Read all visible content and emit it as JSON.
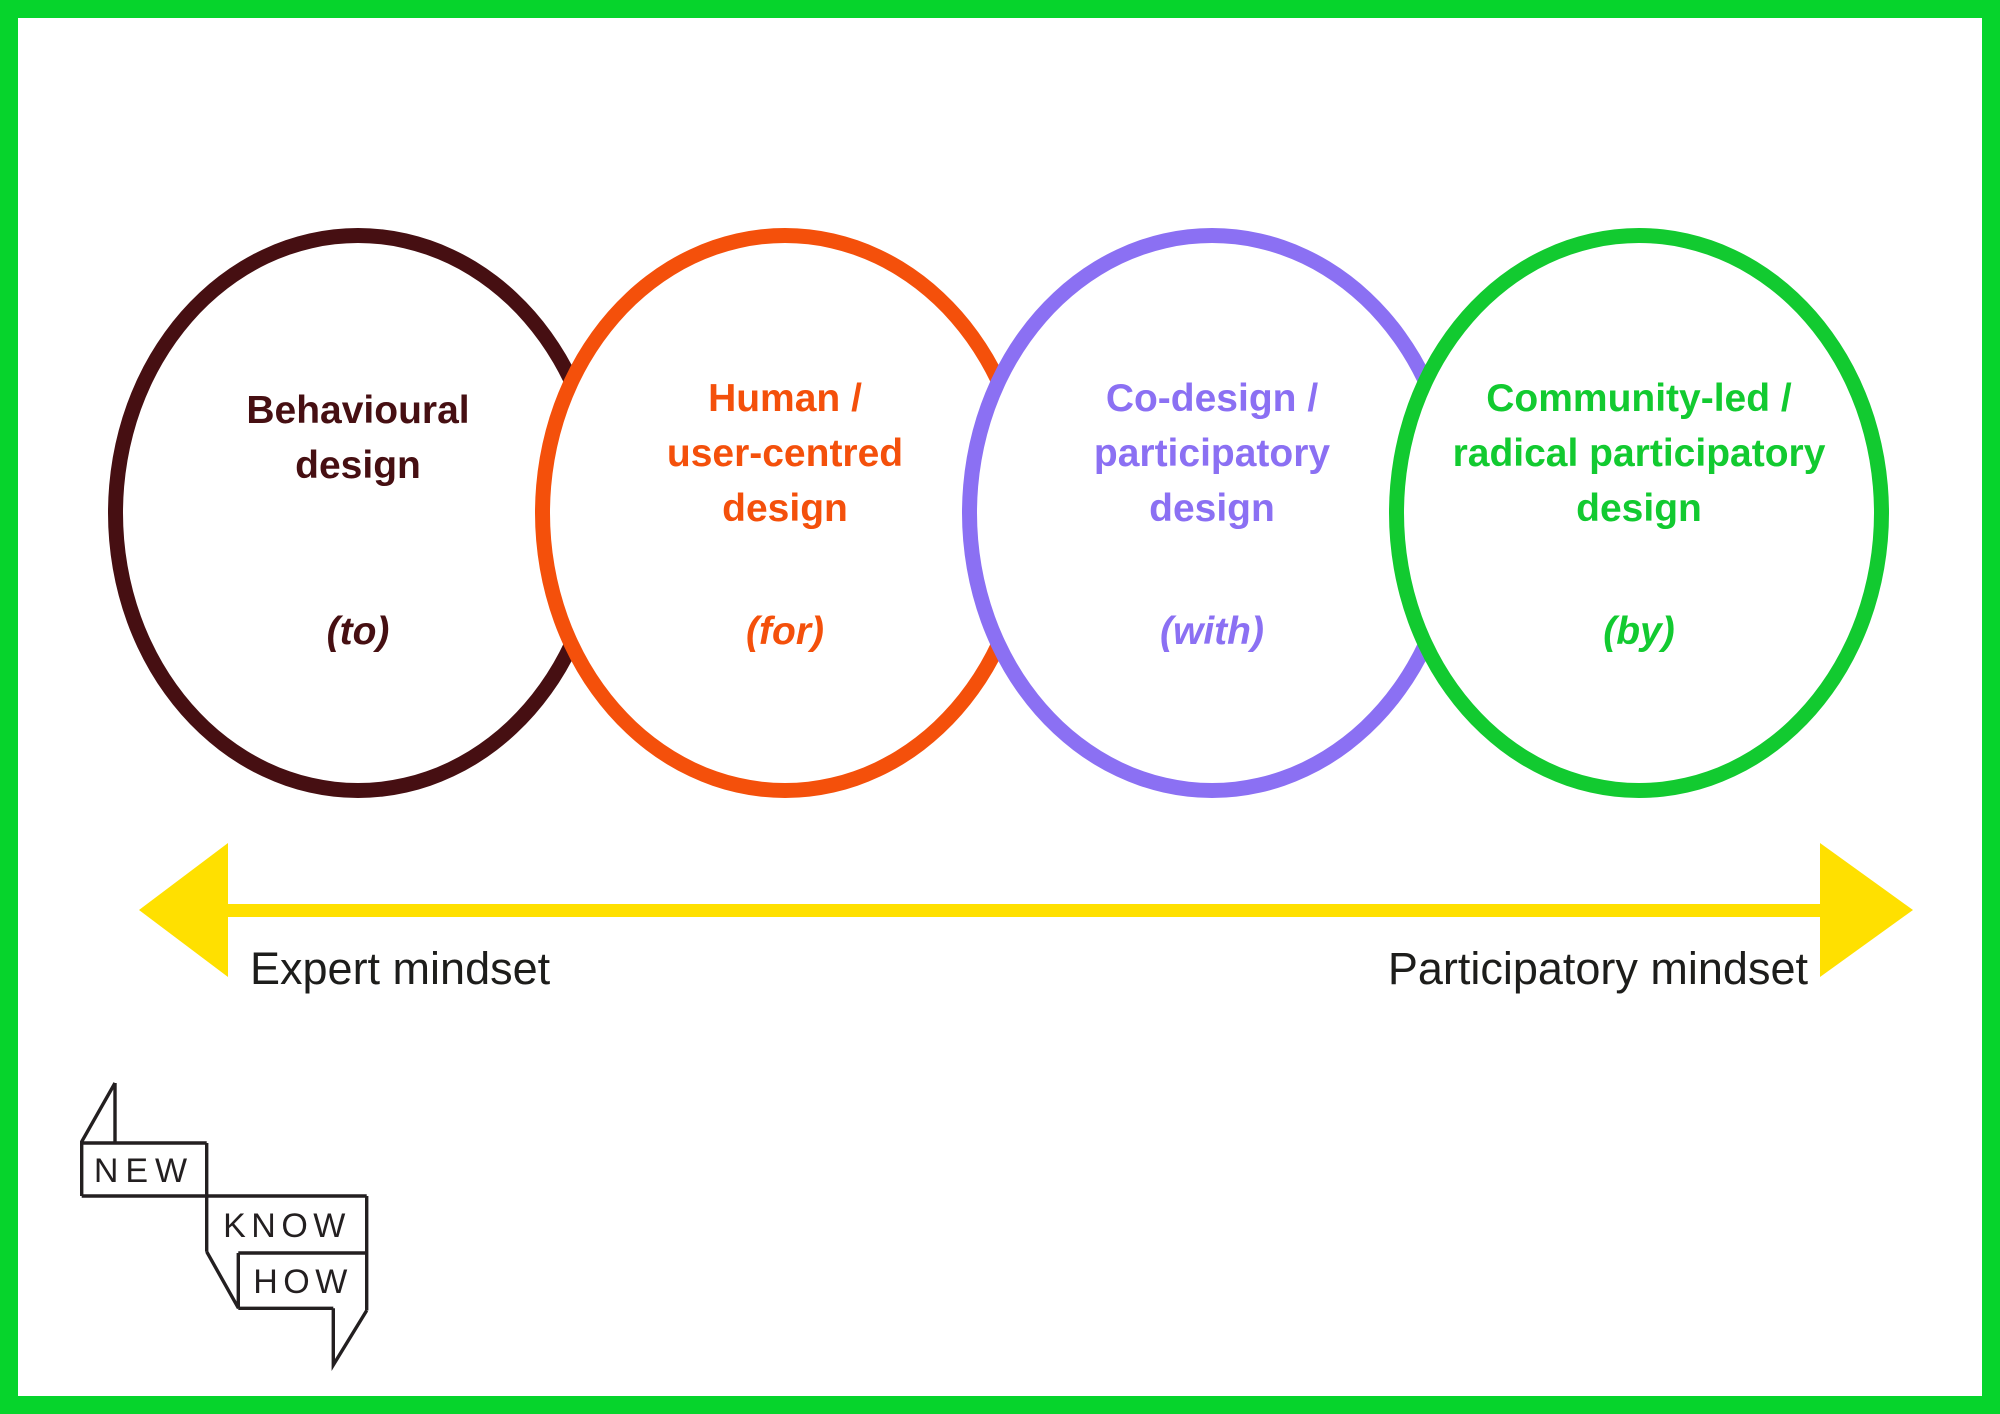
{
  "page": {
    "background": "#ffffff",
    "border_color": "#06d42c"
  },
  "circles": [
    {
      "name": "behavioural-design",
      "color": "#460f12",
      "title_lines": [
        "Behavioural",
        "design"
      ],
      "preposition": "(to)"
    },
    {
      "name": "human-user-centred-design",
      "color": "#f4500b",
      "title_lines": [
        "Human /",
        "user-centred",
        "design"
      ],
      "preposition": "(for)"
    },
    {
      "name": "co-design-participatory-design",
      "color": "#8b70f3",
      "title_lines": [
        "Co-design /",
        "participatory",
        "design"
      ],
      "preposition": "(with)"
    },
    {
      "name": "community-led-radical-participatory-design",
      "color": "#12ca30",
      "title_lines": [
        "Community-led /",
        "radical participatory",
        "design"
      ],
      "preposition": "(by)"
    }
  ],
  "axis": {
    "arrow_color": "#ffe000",
    "label_color": "#1d1d1b",
    "left_label": "Expert mindset",
    "right_label": "Participatory mindset"
  },
  "logo": {
    "color": "#231f20",
    "words": [
      "NEW",
      "KNOW",
      "HOW"
    ]
  }
}
